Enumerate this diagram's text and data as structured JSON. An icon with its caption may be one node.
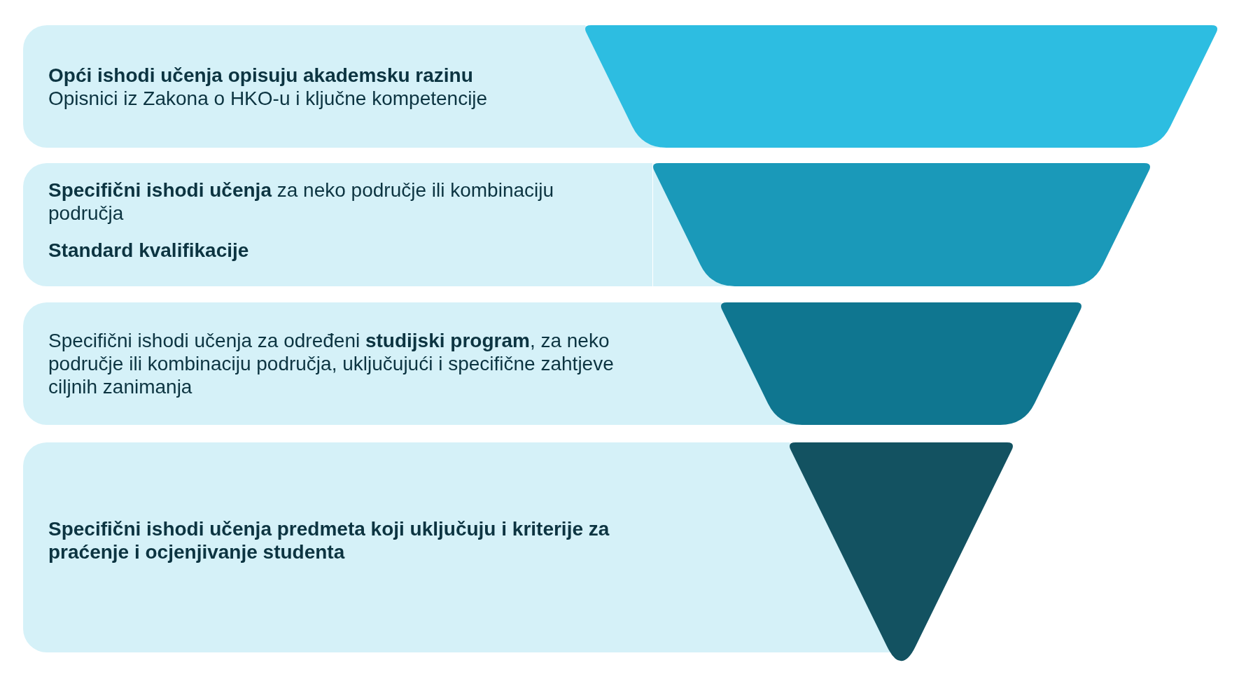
{
  "diagram": {
    "nodes": [
      {
        "text": [
          "Opći ishodi učenja opisuju akademsku razinu",
          "Opisnici iz Zakona o HKO-u i ključne kompetencije"
        ]
      },
      {
        "text": [],
        "shape": "trapezoid"
      },
      {
        "text": [
          "**Specifični ishodi učenja** za neko područje ili kombinaciju područja",
          "Standard kvalifikacije"
        ]
      },
      {
        "text": [],
        "shape": "trapezoid"
      },
      {
        "text": [
          "Specifični ishodi učenja za određeni **studijski program**, za neko područje ili kombinaciju područja, uključujući i specifične zahtjeve ciljnih zanimanja"
        ]
      },
      {
        "text": [],
        "shape": "trapezoid"
      },
      {
        "text": [
          "Specifični ishodi učenja predmeta koji uključuju i kriterije za praćenje i ocjenjivanje studenta"
        ]
      },
      {
        "text": [],
        "shape": "triangle"
      }
    ]
  }
}
